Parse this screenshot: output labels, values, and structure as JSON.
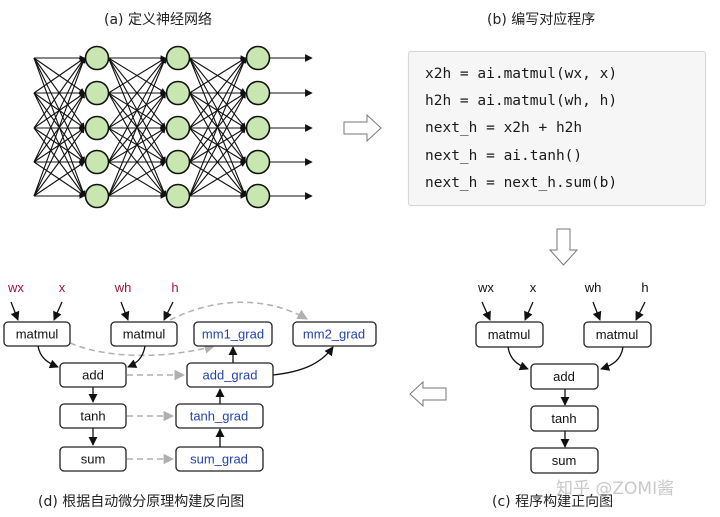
{
  "panels": {
    "a": {
      "caption": "(a) 定义神经网络",
      "layers": 3,
      "neurons_per_layer": 5,
      "inputs": 5,
      "outputs": 5,
      "neuron_color": "#c8e6b0"
    },
    "b": {
      "caption": "(b) 编写对应程序",
      "code_lines": [
        "x2h = ai.matmul(wx, x)",
        "h2h = ai.matmul(wh, h)",
        "next_h = x2h + h2h",
        "next_h = ai.tanh()",
        "next_h = next_h.sum(b)"
      ]
    },
    "c": {
      "caption": "(c) 程序构建正向图",
      "inputs": [
        "wx",
        "x",
        "wh",
        "h"
      ],
      "nodes": {
        "matmul1": "matmul",
        "matmul2": "matmul",
        "add": "add",
        "tanh": "tanh",
        "sum": "sum"
      }
    },
    "d": {
      "caption": "(d) 根据自动微分原理构建反向图",
      "inputs": [
        "wx",
        "x",
        "wh",
        "h"
      ],
      "input_color": "#a0153e",
      "forward_nodes": {
        "matmul1": "matmul",
        "matmul2": "matmul",
        "add": "add",
        "tanh": "tanh",
        "sum": "sum"
      },
      "grad_nodes": {
        "mm1_grad": "mm1_grad",
        "mm2_grad": "mm2_grad",
        "add_grad": "add_grad",
        "tanh_grad": "tanh_grad",
        "sum_grad": "sum_grad"
      },
      "grad_color": "#2243b0"
    }
  },
  "flow_arrows": [
    "right",
    "down",
    "left"
  ],
  "watermark": "知乎 @ZOMI酱"
}
